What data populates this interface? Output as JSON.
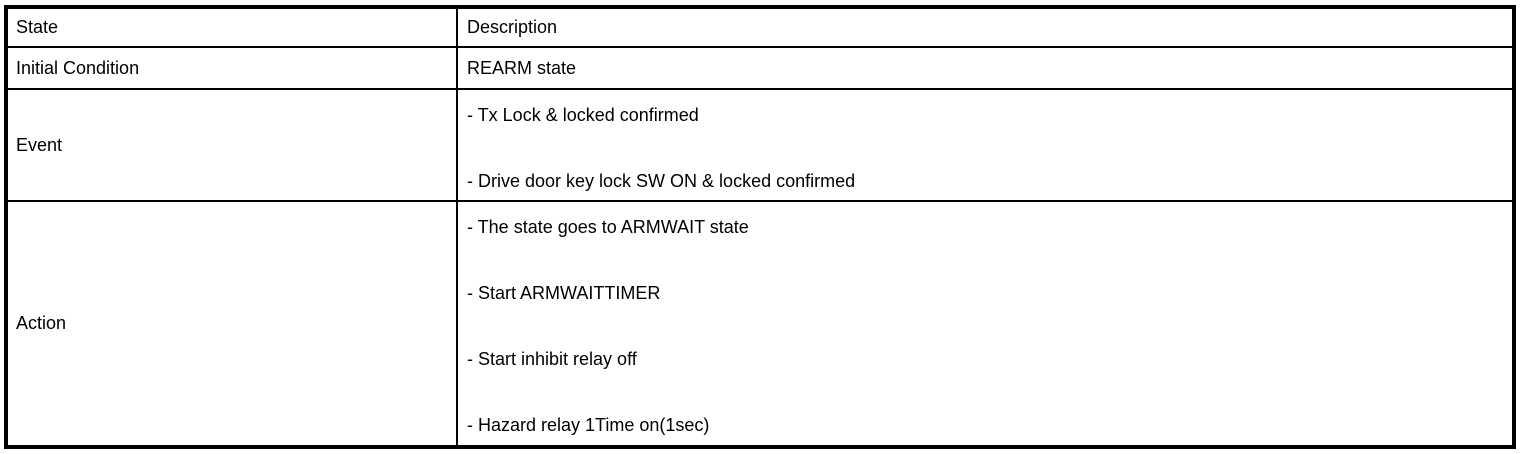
{
  "table": {
    "header": {
      "state": "State",
      "description": "Description"
    },
    "rows": [
      {
        "state": "Initial Condition",
        "description_lines": [
          "REARM state"
        ]
      },
      {
        "state": "Event",
        "description_lines": [
          "- Tx Lock & locked confirmed",
          "- Drive door key lock SW ON & locked confirmed"
        ]
      },
      {
        "state": "Action",
        "description_lines": [
          "- The state goes to ARMWAIT state",
          "- Start ARMWAITTIMER",
          "- Start inhibit relay off",
          "- Hazard relay 1Time on(1sec)"
        ]
      }
    ],
    "colors": {
      "border": "#000000",
      "background": "#ffffff",
      "text": "#000000"
    }
  }
}
